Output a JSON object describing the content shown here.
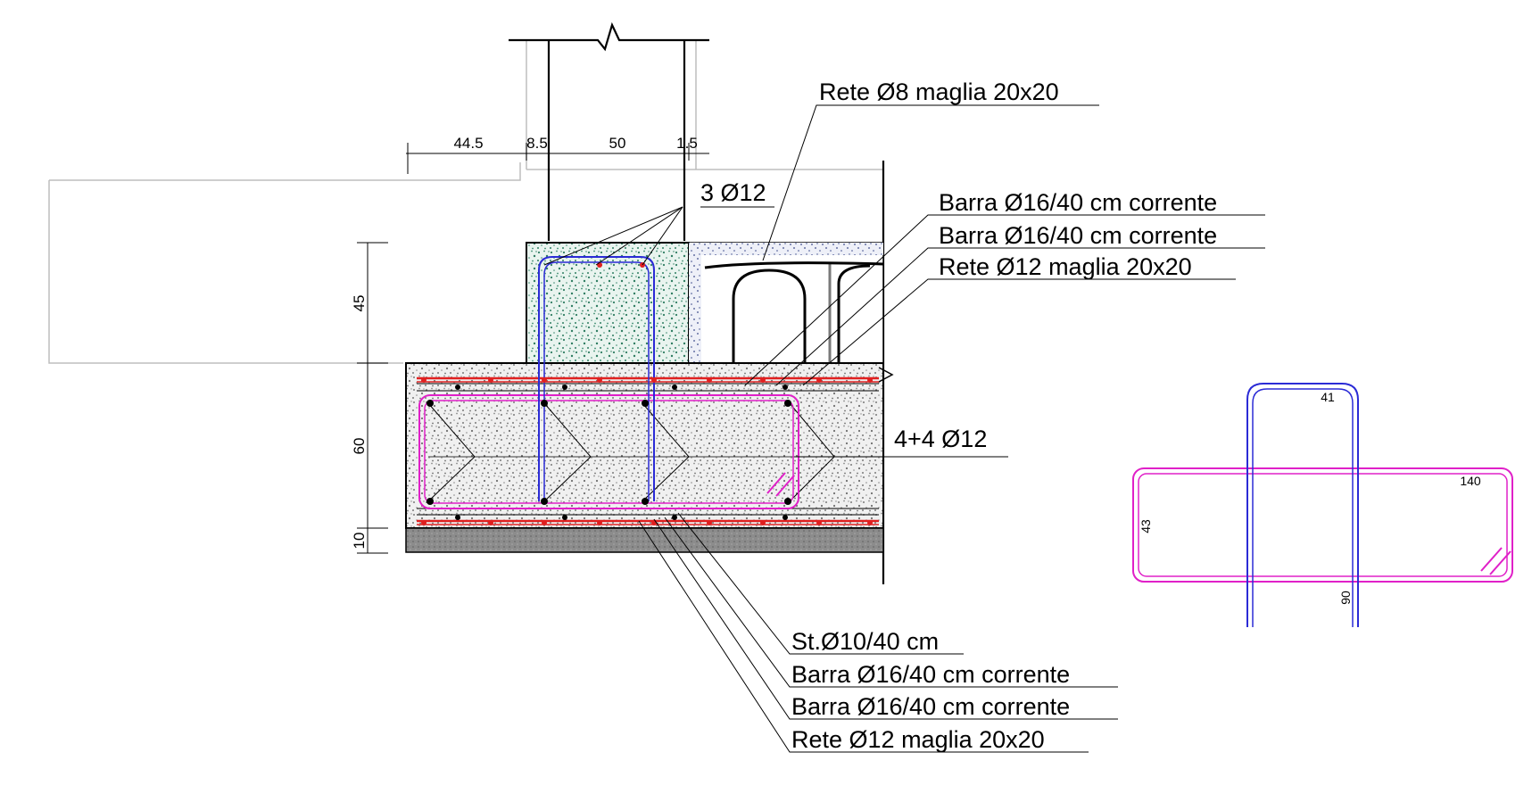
{
  "dimensions": {
    "top": [
      "44.5",
      "8.5",
      "50",
      "1.5"
    ],
    "left": [
      "45",
      "60",
      "10"
    ]
  },
  "labels": {
    "rete_top": "Rete Ø8 maglia 20x20",
    "three_bars": "3 Ø12",
    "barra_1": "Barra Ø16/40 cm corrente",
    "barra_2": "Barra Ø16/40 cm corrente",
    "rete_12_top": "Rete Ø12 maglia 20x20",
    "four_four": "4+4 Ø12",
    "stirrup": "St.Ø10/40 cm",
    "barra_3": "Barra Ø16/40 cm corrente",
    "barra_4": "Barra Ø16/40 cm corrente",
    "rete_12_bottom": "Rete Ø12 maglia 20x20"
  },
  "detail": {
    "u_bar_top": "41",
    "u_bar_leg": "90",
    "stirrup_width": "140",
    "stirrup_height": "43"
  },
  "colors": {
    "rebar_blue": "#2b2bd6",
    "rebar_magenta": "#e020c8",
    "rebar_red": "#e02020",
    "concrete_green": "#3a8a6e",
    "concrete_grey": "#8a8a8a",
    "lean_concrete": "#8c8c8c"
  }
}
